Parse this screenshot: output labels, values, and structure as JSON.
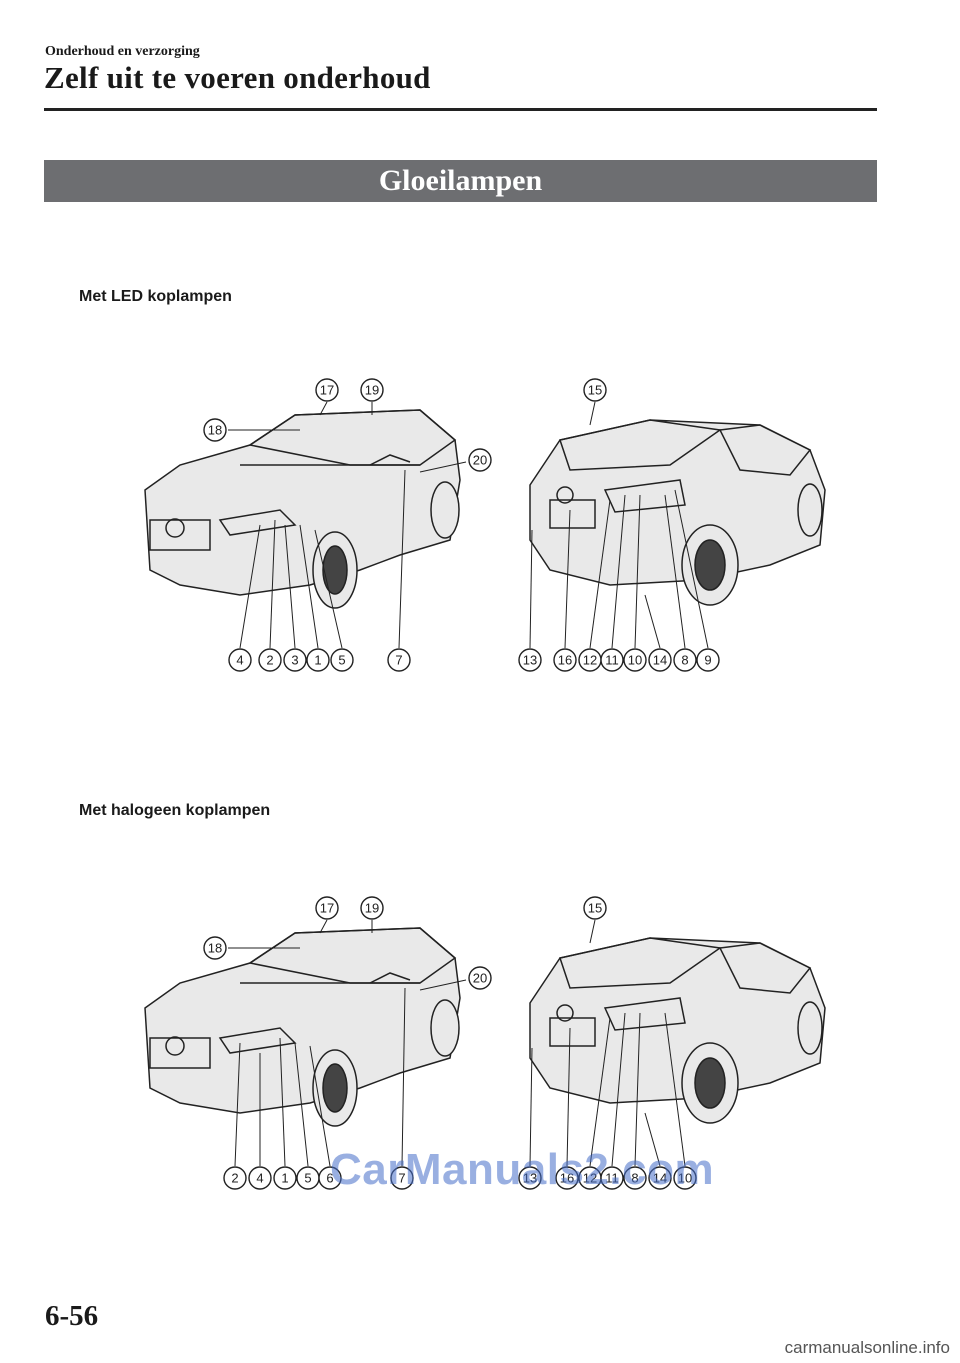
{
  "header": {
    "section": "Onderhoud en verzorging",
    "title": "Zelf uit te voeren onderhoud"
  },
  "banner": {
    "title": "Gloeilampen"
  },
  "figures": [
    {
      "caption": "Met LED koplampen",
      "front_callouts": [
        "17",
        "19",
        "18",
        "20",
        "4",
        "2",
        "3",
        "1",
        "5",
        "7"
      ],
      "rear_callouts": [
        "15",
        "13",
        "16",
        "12",
        "11",
        "10",
        "14",
        "8",
        "9"
      ]
    },
    {
      "caption": "Met halogeen koplampen",
      "front_callouts": [
        "17",
        "19",
        "18",
        "20",
        "2",
        "4",
        "1",
        "5",
        "6",
        "7"
      ],
      "rear_callouts": [
        "15",
        "13",
        "16",
        "12",
        "11",
        "8",
        "14",
        "10"
      ]
    }
  ],
  "watermark": "CarManuals2.com",
  "footer": {
    "page_number": "6-56",
    "site": "carmanualsonline.info"
  },
  "icons": [
    "front-car-illustration",
    "rear-car-illustration"
  ]
}
